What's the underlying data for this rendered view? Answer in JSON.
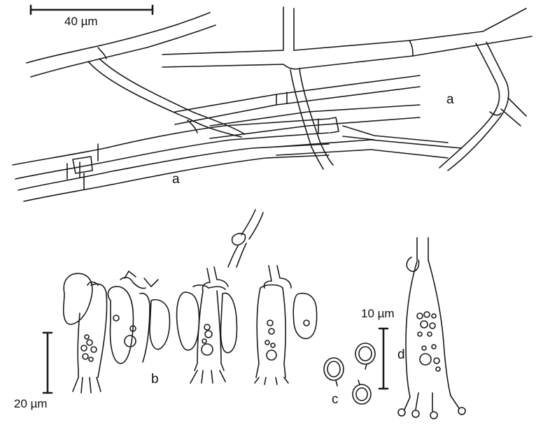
{
  "scale_bars": {
    "hyphae": "40 µm",
    "basidia": "20 µm",
    "spores": "10 µm"
  },
  "panel_labels": {
    "a_lower": "a",
    "a_right": "a",
    "b": "b",
    "c": "c",
    "d": "d"
  }
}
